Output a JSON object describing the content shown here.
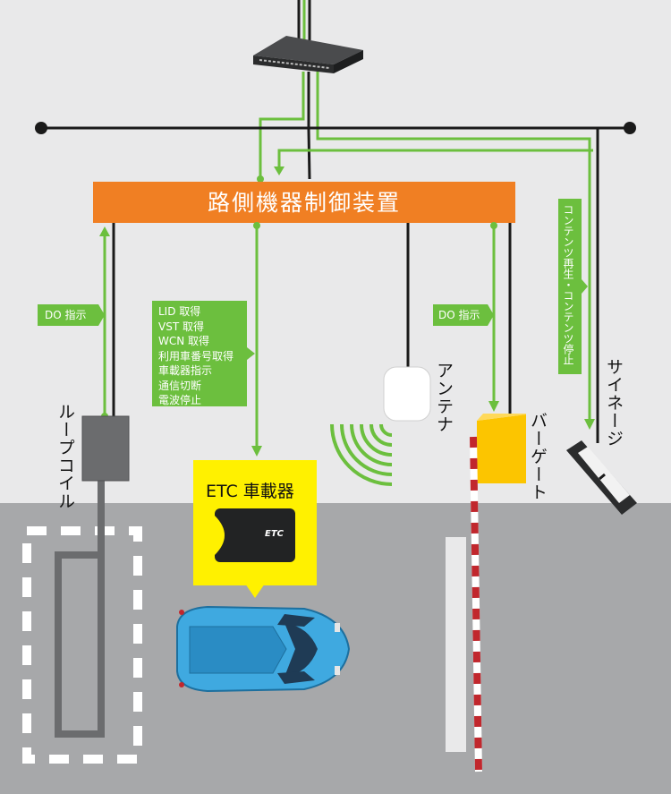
{
  "title": "路側機器制御装置",
  "labels": {
    "loop_coil": "ループコイル",
    "antenna": "アンテナ",
    "bar_gate": "バーゲート",
    "signage": "サイネージ",
    "etc_unit": "ETC 車載器",
    "etc_logo": "ETC"
  },
  "commands": {
    "do_left": "DO 指示",
    "do_right": "DO 指示",
    "etc_list": [
      "LID 取得",
      "VST 取得",
      "WCN 取得",
      "利用車番号取得",
      "車載器指示",
      "通信切断",
      "電波停止"
    ],
    "signage": "コンテンツ再生・コンテンツ停止"
  },
  "colors": {
    "controller": "#f07f23",
    "signal": "#6cbf3e",
    "road": "#a7a8aa",
    "background": "#e9e9ea",
    "highlight": "#fff100",
    "gate": "#fcc500",
    "car": "#3fa9e0"
  },
  "icons": [
    "network-switch-icon",
    "antenna-icon",
    "radio-wave-icon",
    "car-icon",
    "etc-device-icon",
    "bar-gate-icon",
    "signage-icon",
    "loop-coil-icon"
  ]
}
